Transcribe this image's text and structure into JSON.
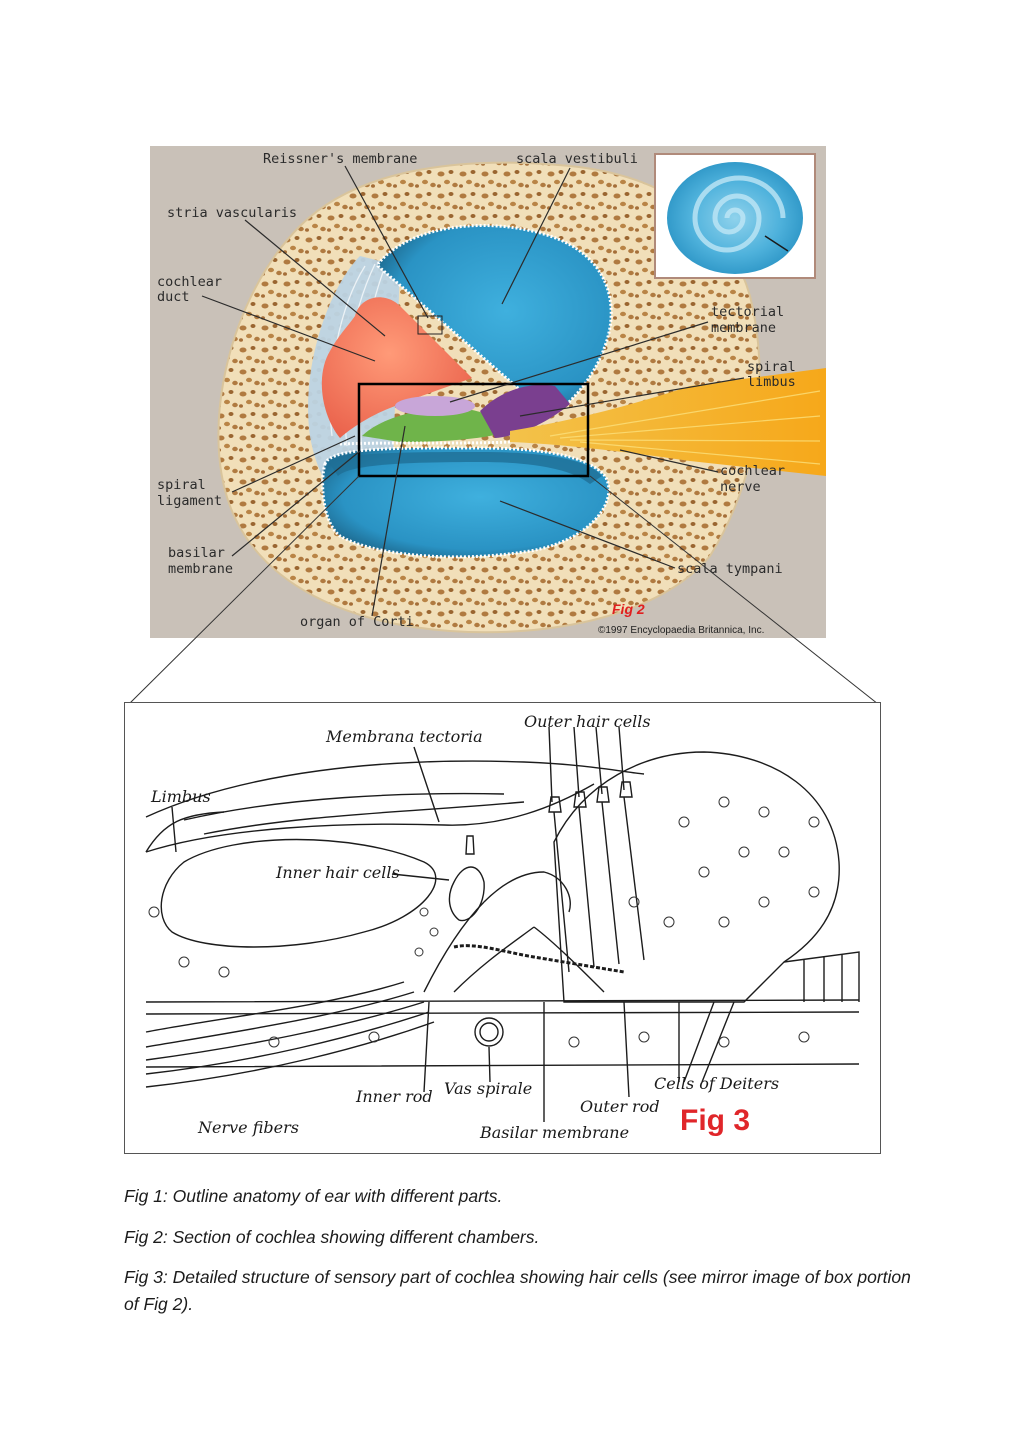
{
  "fig2": {
    "labels": {
      "reissner": "Reissner's membrane",
      "scala_vestibuli": "scala vestibuli",
      "stria_vascularis": "stria vascularis",
      "cochlear_duct_1": "cochlear",
      "cochlear_duct_2": "duct",
      "tectorial_1": "tectorial",
      "tectorial_2": "membrane",
      "spiral_limbus_1": "spiral",
      "spiral_limbus_2": "limbus",
      "cochlear_nerve_1": "cochlear",
      "cochlear_nerve_2": "nerve",
      "spiral_ligament_1": "spiral",
      "spiral_ligament_2": "ligament",
      "basilar_1": "basilar",
      "basilar_2": "membrane",
      "scala_tympani": "scala tympani",
      "organ_of_corti": "organ of Corti"
    },
    "fig_label": "Fig 2",
    "copyright": "©1997 Encyclopaedia Britannica, Inc.",
    "colors": {
      "background": "#c9c1b8",
      "bone": "#f1dfb9",
      "bone_spots": "#b07a40",
      "scala": "#2f9fd0",
      "scala_dark": "#1f6f96",
      "cochlear_duct": "#f2785c",
      "nerve": "#f6b52a",
      "limbus": "#7a3f8f",
      "fig_label": "#e02020"
    }
  },
  "fig3": {
    "labels": {
      "membrana_tectoria": "Membrana tectoria",
      "outer_hair_cells": "Outer hair cells",
      "limbus": "Limbus",
      "inner_hair_cells": "Inner hair cells",
      "inner_rod": "Inner rod",
      "vas_spirale": "Vas spirale",
      "cells_of_deiters": "Cells of Deiters",
      "outer_rod": "Outer rod",
      "nerve_fibers": "Nerve fibers",
      "basilar_membrane": "Basilar membrane"
    },
    "fig_label": "Fig 3",
    "fig_label_color": "#e0262a"
  },
  "captions": [
    "Fig 1: Outline anatomy of ear with different parts.",
    "Fig 2: Section of cochlea showing different chambers.",
    "Fig 3: Detailed structure of sensory part of cochlea showing hair cells (see mirror image of box portion of Fig 2)."
  ]
}
